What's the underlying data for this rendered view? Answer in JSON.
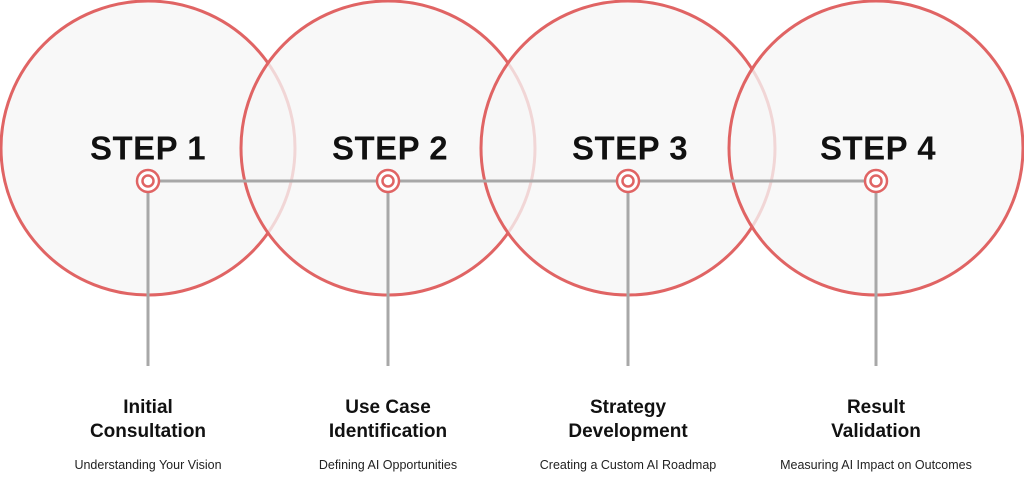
{
  "steps": [
    {
      "step": "STEP 1",
      "title_line1": "Initial",
      "title_line2": "Consultation",
      "description": "Understanding Your Vision"
    },
    {
      "step": "STEP 2",
      "title_line1": "Use Case",
      "title_line2": "Identification",
      "description": "Defining AI Opportunities"
    },
    {
      "step": "STEP 3",
      "title_line1": "Strategy",
      "title_line2": "Development",
      "description": "Creating a Custom AI Roadmap"
    },
    {
      "step": "STEP 4",
      "title_line1": "Result",
      "title_line2": "Validation",
      "description": "Measuring AI Impact on Outcomes"
    }
  ],
  "colors": {
    "accent": "#e06464",
    "line": "#a8a8a8",
    "circle_fill": "#f6f6f6",
    "text": "#111111"
  }
}
